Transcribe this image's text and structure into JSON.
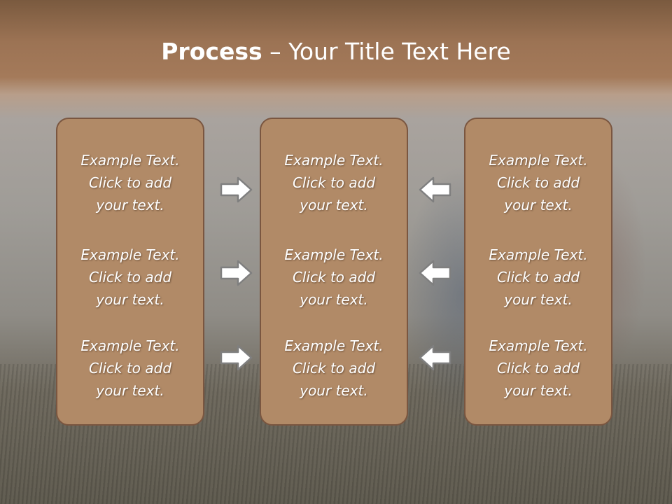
{
  "slide": {
    "title_bold": "Process",
    "title_rest": " – Your Title Text Here"
  },
  "panels": [
    {
      "blocks": [
        {
          "line1": "Example Text.",
          "line2": "Click  to add",
          "line3": "your text."
        },
        {
          "line1": "Example Text.",
          "line2": "Click  to add",
          "line3": "your text."
        },
        {
          "line1": "Example Text.",
          "line2": "Click  to add",
          "line3": "your text."
        }
      ]
    },
    {
      "blocks": [
        {
          "line1": "Example Text.",
          "line2": "Click  to add",
          "line3": "your text."
        },
        {
          "line1": "Example Text.",
          "line2": "Click  to add",
          "line3": "your text."
        },
        {
          "line1": "Example Text.",
          "line2": "Click  to add",
          "line3": "your text."
        }
      ]
    },
    {
      "blocks": [
        {
          "line1": "Example Text.",
          "line2": "Click  to add",
          "line3": "your text."
        },
        {
          "line1": "Example Text.",
          "line2": "Click  to add",
          "line3": "your text."
        },
        {
          "line1": "Example Text.",
          "line2": "Click  to add",
          "line3": "your text."
        }
      ]
    }
  ],
  "arrows": {
    "left_group": "right-arrow-icon",
    "right_group": "left-arrow-icon"
  },
  "colors": {
    "panel_fill": "#b18a67",
    "panel_border": "#7a5640",
    "header_band": "#9c7354",
    "text": "#ffffff"
  }
}
